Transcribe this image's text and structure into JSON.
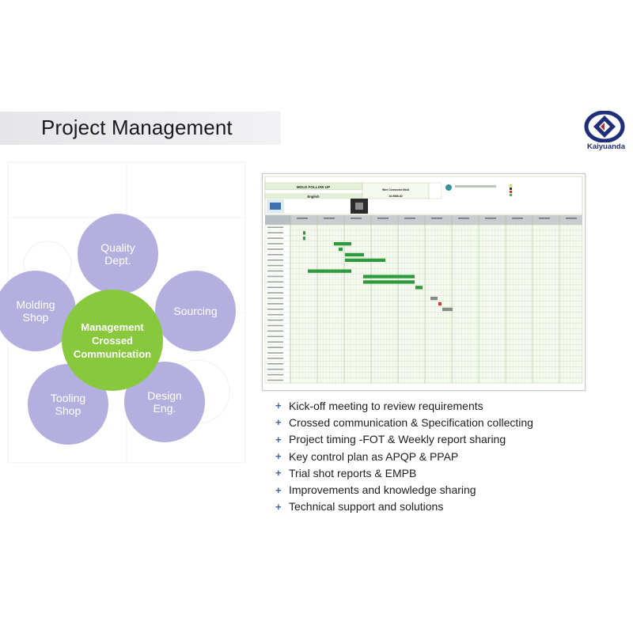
{
  "title": "Project Management",
  "logo": {
    "name": "Kaiyuanda",
    "brand_color": "#1f2f7a",
    "accent": "#c0282e"
  },
  "diagram": {
    "center": "Management\nCrossed\nCommunication",
    "petals": [
      {
        "id": "quality",
        "label": "Quality\nDept."
      },
      {
        "id": "sourcing",
        "label": "Sourcing"
      },
      {
        "id": "design",
        "label": "Design\nEng."
      },
      {
        "id": "tooling",
        "label": "Tooling\nShop"
      },
      {
        "id": "molding",
        "label": "Molding\nShop"
      }
    ],
    "petal_color": "#b3b0df",
    "center_color": "#87c83c"
  },
  "sheet": {
    "title": "MOLD FOLLOW UP",
    "language": "English",
    "part_name": "Wire Connector Mold",
    "part_number": "16-9886-82",
    "bar_color": "#2e9a3d",
    "warn_color": "#d23a3a"
  },
  "bullets": [
    "Kick-off meeting to review requirements",
    "Crossed communication & Specification collecting",
    "Project timing -FOT & Weekly report sharing",
    "Key control plan as APQP & PPAP",
    "Trial shot reports & EMPB",
    "Improvements and knowledge sharing",
    "Technical support and solutions"
  ]
}
